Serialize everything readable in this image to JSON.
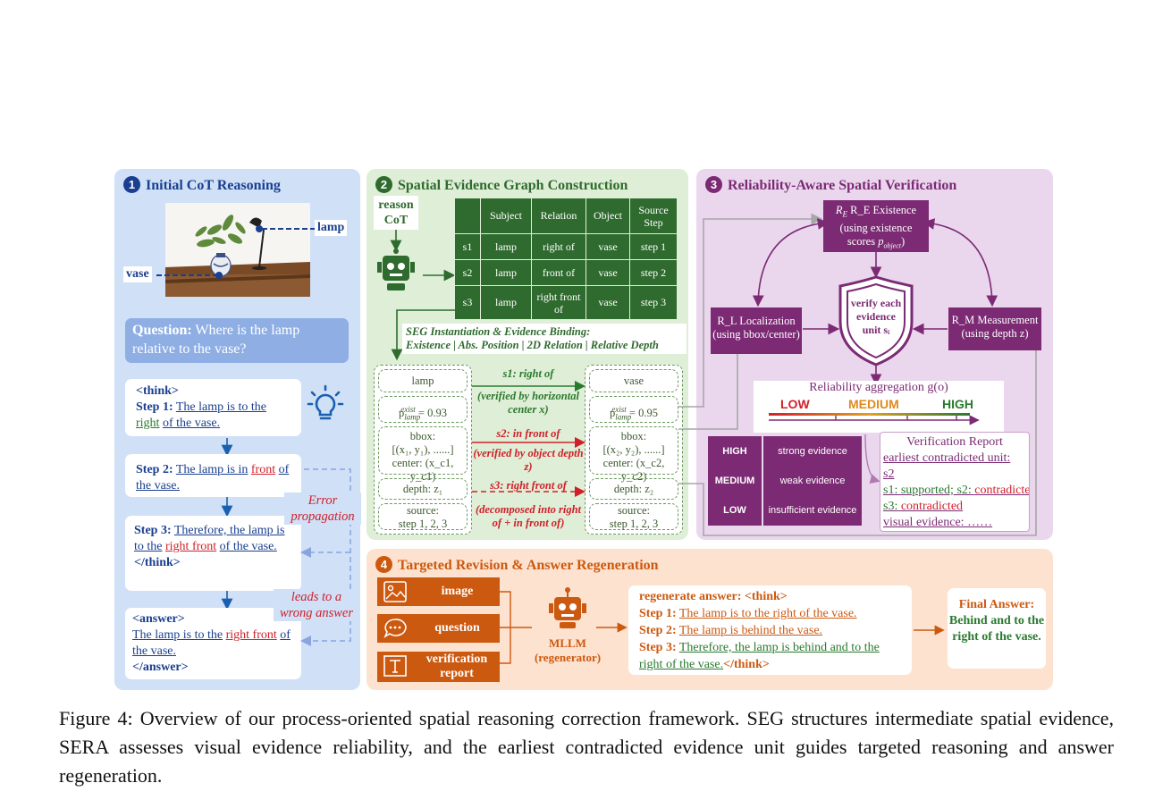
{
  "panel1": {
    "number": "1",
    "title": "Initial CoT Reasoning",
    "image_labels": {
      "lamp": "lamp",
      "vase": "vase"
    },
    "question": {
      "label": "Question:",
      "text": "Where is the lamp relative to the vase?"
    },
    "step1": {
      "think_tag": "<think>",
      "label": "Step 1:",
      "text_a": "The lamp is to the",
      "highlight": "right",
      "text_b": "of the vase."
    },
    "step2": {
      "label": "Step 2:",
      "text_a": "The lamp is in",
      "highlight": "front",
      "text_b": "of the vase."
    },
    "step3": {
      "label": "Step 3:",
      "text_a": "Therefore, the lamp is to the",
      "highlight": "right front",
      "text_b": "of the vase.",
      "end_tag": "</think>"
    },
    "answer": {
      "open_tag": "<answer>",
      "text_a": "The lamp is to the",
      "highlight": "right front",
      "text_b": "of the vase.",
      "close_tag": "</answer>"
    },
    "error_label": "Error propagation",
    "wrong_label": "leads to a wrong answer"
  },
  "panel2": {
    "number": "2",
    "title": "Spatial Evidence Graph Construction",
    "reason_label": "reason CoT",
    "table": {
      "headers": [
        "",
        "Subject",
        "Relation",
        "Object",
        "Source Step"
      ],
      "rows": [
        [
          "s1",
          "lamp",
          "right of",
          "vase",
          "step 1"
        ],
        [
          "s2",
          "lamp",
          "front of",
          "vase",
          "step 2"
        ],
        [
          "s3",
          "lamp",
          "right front of",
          "vase",
          "step 3"
        ]
      ]
    },
    "seg_line1": "SEG Instantiation & Evidence Binding:",
    "seg_line2": "Existence | Abs. Position | 2D Relation | Relative Depth",
    "left_node": {
      "name": "lamp",
      "exist": "= 0.93",
      "bbox_label": "bbox:",
      "bbox_val": "[(x₁, y₁), ......]",
      "center": "center: (x_c1, y_c1)",
      "depth": "depth: z₁",
      "source_label": "source:",
      "source_val": "step 1, 2, 3"
    },
    "right_node": {
      "name": "vase",
      "exist": "= 0.95",
      "bbox_label": "bbox:",
      "bbox_val": "[(x₂, y₂), ......]",
      "center": "center: (x_c2, y_c2)",
      "depth": "depth: z₂",
      "source_label": "source:",
      "source_val": "step 1, 2, 3"
    },
    "edges": [
      {
        "label": "s1: right of",
        "note": "(verified by horizontal center x)",
        "color": "#2a7a2e"
      },
      {
        "label": "s2: in front of",
        "note": "(verified by object depth z)",
        "color": "#d0202a"
      },
      {
        "label": "s3: right front of",
        "note": "(decomposed into right of + in front of)",
        "color": "#d0202a"
      }
    ]
  },
  "panel3": {
    "number": "3",
    "title": "Reliability-Aware Spatial Verification",
    "existence": {
      "title": "R_E Existence",
      "line2": "(using existence",
      "line3": "scores"
    },
    "localization": {
      "title": "R_L Localization",
      "line2": "(using bbox/center)"
    },
    "measurement": {
      "title": "R_M Measurement",
      "line2": "(using depth z)"
    },
    "shield": "verify each evidence unit sᵢ",
    "aggregation": "Reliability aggregation g(o)",
    "scale": {
      "low": "LOW",
      "medium": "MEDIUM",
      "high": "HIGH"
    },
    "levels": [
      {
        "level": "HIGH",
        "desc": "strong evidence"
      },
      {
        "level": "MEDIUM",
        "desc": "weak evidence"
      },
      {
        "level": "LOW",
        "desc": "insufficient evidence"
      }
    ],
    "report": {
      "title": "Verification Report",
      "earliest_a": "earliest contradicted unit:",
      "earliest_b": "s2",
      "line1_a": "s1: supported; s2:",
      "line1_b": "contradicted",
      "line2_a": "s3:",
      "line2_b": "contradicted",
      "line3": "visual evidence: ……"
    }
  },
  "panel4": {
    "number": "4",
    "title": "Targeted Revision & Answer Regeneration",
    "inputs": [
      "image",
      "question",
      "verification report"
    ],
    "mllm": "MLLM",
    "regenerator": "(regenerator)",
    "regen_head": "regenerate answer: <think>",
    "steps": [
      {
        "label": "Step 1:",
        "text": "The lamp is to the right of the vase."
      },
      {
        "label": "Step 2:",
        "text": "The lamp is behind the vase."
      },
      {
        "label": "Step 3:",
        "text": "Therefore, the lamp is behind and to the right of the vase."
      }
    ],
    "end_tag": "</think>",
    "final_label": "Final Answer:",
    "final_text": "Behind and to the right of the vase."
  },
  "caption": "Figure 4: Overview of our process-oriented spatial reasoning correction framework. SEG structures intermediate spatial evidence, SERA assesses visual evidence reliability, and the earliest contradicted evidence unit guides targeted reasoning and answer regeneration.",
  "colors": {
    "blue": "#1a3f8f",
    "green": "#2f6b2f",
    "purple": "#7b2a73",
    "orange": "#cc5910",
    "red": "#d0202a"
  }
}
